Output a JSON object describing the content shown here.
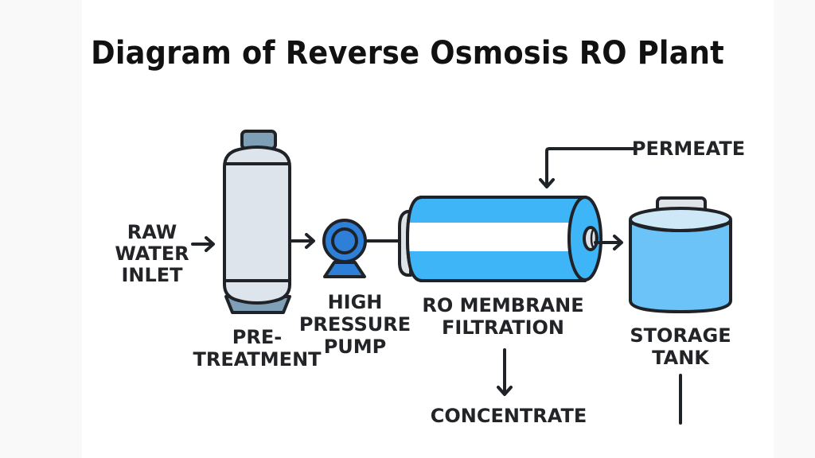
{
  "title": "Diagram of Reverse Osmosis RO Plant",
  "labels": {
    "raw_water_inlet": [
      "RAW",
      "WATER",
      "INLET"
    ],
    "pre_treatment": [
      "PRE-",
      "TREATMENT"
    ],
    "high_pressure_pump": [
      "HIGH",
      "PRESSURE",
      "PUMP"
    ],
    "ro_membrane": [
      "RO MEMBRANE",
      "FILTRATION"
    ],
    "permeate": "PERMEATE",
    "concentrate": "CONCENTRATE",
    "storage_tank": [
      "STORAGE",
      "TANK"
    ]
  },
  "colors": {
    "outline": "#1f2328",
    "pretreatment_body": "#dde4ec",
    "pretreatment_cap": "#7f9fb7",
    "pump_blue": "#2d7fd8",
    "membrane_blue": "#3db5f7",
    "membrane_stripe": "#ffffff",
    "tank_body": "#6cc3f7",
    "tank_top": "#cfe8f8",
    "fitting_grey": "#dfe3e7"
  }
}
